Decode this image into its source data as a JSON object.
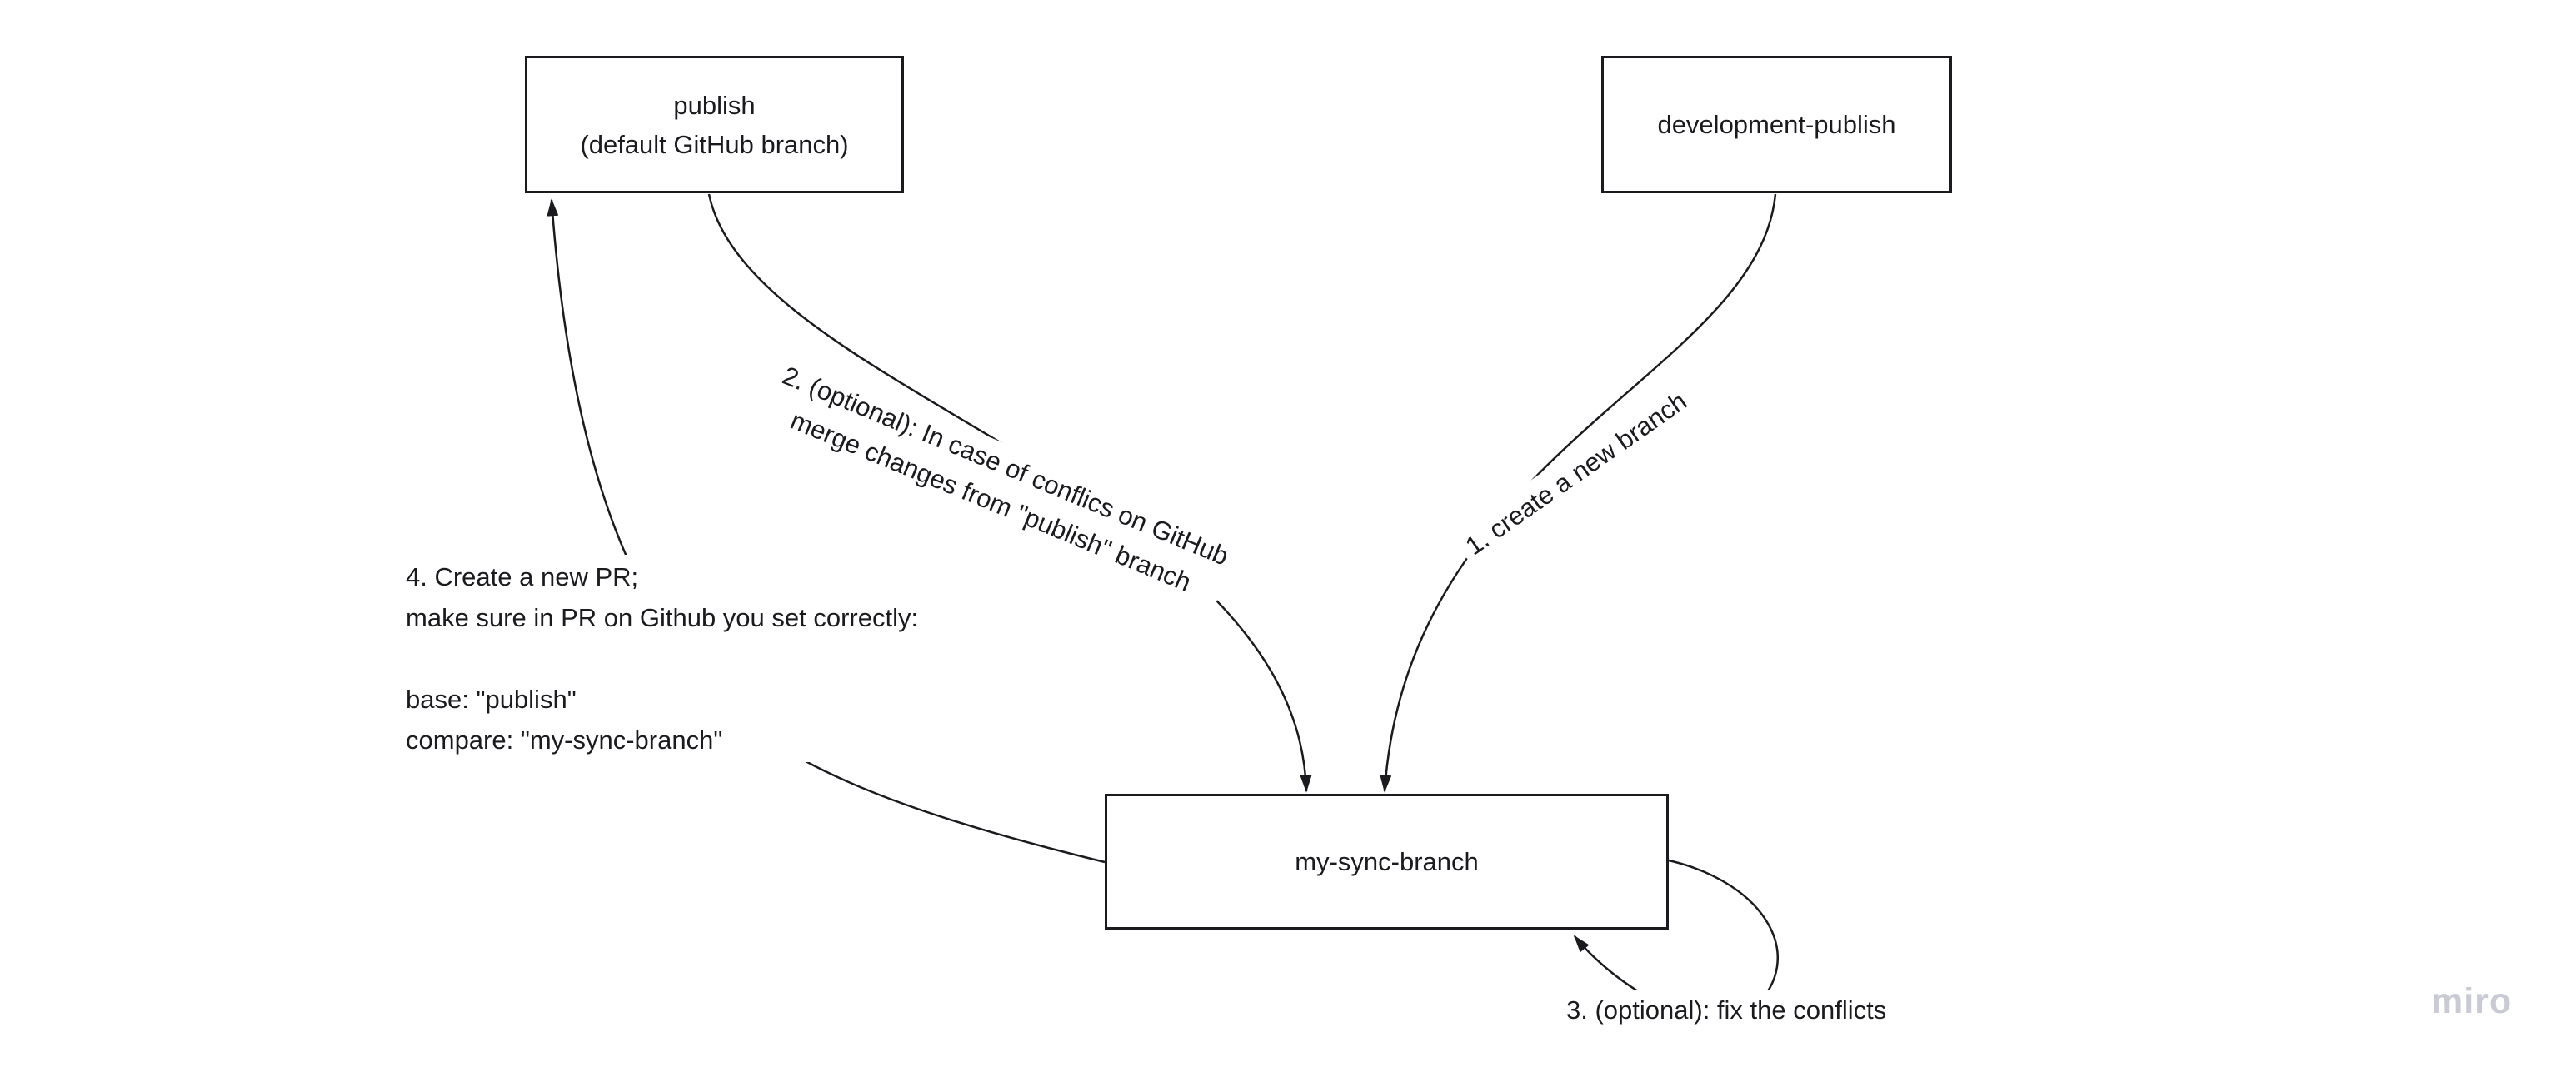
{
  "canvas": {
    "background": "#ffffff"
  },
  "colors": {
    "stroke": "#1b1b1f",
    "text": "#1b1b1f",
    "watermark": "#c9cad3"
  },
  "nodes": {
    "publish": {
      "line1": "publish",
      "line2": "(default GitHub branch)"
    },
    "development_publish": {
      "label": "development-publish"
    },
    "my_sync_branch": {
      "label": "my-sync-branch"
    }
  },
  "edge_labels": {
    "step1": {
      "text": "1. create a new branch"
    },
    "step2": {
      "line1": "2. (optional): In case of conflics on GitHub",
      "line2": "merge changes from \"publish\" branch"
    },
    "step3": {
      "text": "3. (optional): fix the conflicts"
    },
    "step4": {
      "line1": "4. Create a new PR;",
      "line2": "make sure in PR on Github you set correctly:",
      "line3": "base: \"publish\"",
      "line4": "compare: \"my-sync-branch\""
    }
  },
  "watermark": {
    "text": "miro"
  }
}
